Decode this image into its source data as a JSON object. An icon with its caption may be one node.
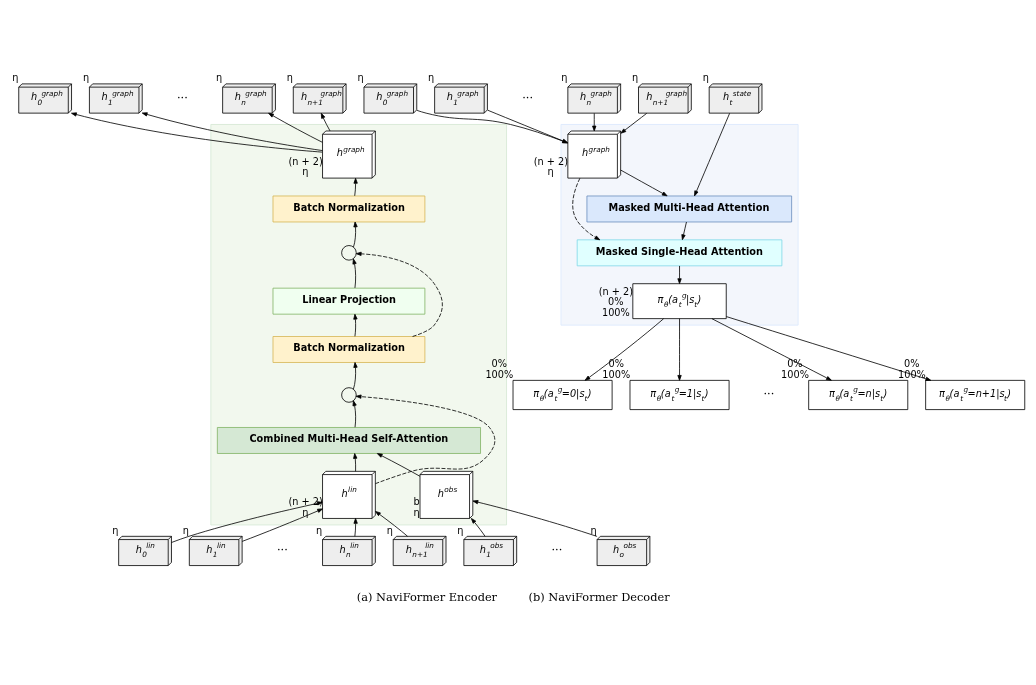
{
  "diagram": {
    "nodes": [
      {
        "text": [
          "h$_{0}$$^{graph}$"
        ],
        "beside": [
          "η"
        ]
      },
      {
        "text": [
          "h$_{1}$$^{graph}$"
        ],
        "beside": [
          "η"
        ]
      },
      {
        "text": [
          "h$_{n}$$^{graph}$"
        ],
        "beside": [
          "η"
        ]
      },
      {
        "text": [
          "h$_{n+1}$$^{graph}$"
        ],
        "beside": [
          "η"
        ]
      },
      {
        "text": [],
        "shape": "box"
      },
      {
        "text": [
          "h$^{graph}$"
        ],
        "beside": [
          "(n + 2)",
          "η"
        ],
        "in": 4
      },
      {
        "text": [
          "Batch Normalization"
        ],
        "in": 4
      },
      {
        "text": [],
        "shape": "circle",
        "in": 4
      },
      {
        "text": [
          "Linear Projection"
        ],
        "in": 4
      },
      {
        "text": [
          "Batch Normalization"
        ],
        "in": 4
      },
      {
        "text": [],
        "shape": "circle",
        "in": 4
      },
      {
        "text": [
          "Combined Multi-Head Self-Attention"
        ],
        "in": 4
      },
      {
        "text": [
          "h$^{lin}$"
        ],
        "beside": [
          "(n + 2)",
          "η"
        ],
        "in": 4
      },
      {
        "text": [
          "h$^{obs}$"
        ],
        "beside": [
          "b",
          "η"
        ],
        "in": 4
      },
      {
        "text": [
          "h$_{0}$$^{lin}$"
        ],
        "beside": [
          "η"
        ]
      },
      {
        "text": [
          "h$_{1}$$^{lin}$"
        ],
        "beside": [
          "η"
        ]
      },
      {
        "text": [
          "h$_{n}$$^{lin}$"
        ],
        "beside": [
          "η"
        ]
      },
      {
        "text": [
          "h$_{n+1}$$^{lin}$"
        ],
        "beside": [
          "η"
        ]
      },
      {
        "text": [
          "h$_{1}$$^{obs}$"
        ],
        "beside": [
          "η"
        ]
      },
      {
        "text": [
          "h$_{o}$$^{obs}$"
        ],
        "beside": [
          "η"
        ]
      },
      {
        "text": [
          "h$_{0}$$^{graph}$"
        ],
        "beside": [
          "η"
        ]
      },
      {
        "text": [
          "h$_{1}$$^{graph}$"
        ],
        "beside": [
          "η"
        ]
      },
      {
        "text": [
          "h$_{n}$$^{graph}$"
        ],
        "beside": [
          "η"
        ]
      },
      {
        "text": [
          "h$_{n+1}$$^{graph}$"
        ],
        "beside": [
          "η"
        ]
      },
      {
        "text": [
          "h$_{t}$$^{state}$"
        ],
        "beside": [
          "η"
        ]
      },
      {
        "text": [],
        "shape": "box"
      },
      {
        "text": [
          "h$^{graph}$"
        ],
        "beside": [
          "(n + 2)",
          "η"
        ],
        "in": 25
      },
      {
        "text": [
          "Masked Multi-Head Attention"
        ],
        "in": 25
      },
      {
        "text": [
          "Masked Single-Head Attention"
        ],
        "in": 25
      },
      {
        "text": [
          "π$_{θ}$(a$_{t}$$^{g}$|s$_{t}$)"
        ],
        "beside": [
          "(n + 2)",
          "0%",
          "100%"
        ],
        "in": 25
      },
      {
        "text": [
          "π$_{θ}$(a$_{t}$$^{g}$=0|s$_{t}$)"
        ],
        "beside": [
          "0%",
          "100%"
        ]
      },
      {
        "text": [
          "π$_{θ}$(a$_{t}$$^{g}$=1|s$_{t}$)"
        ],
        "beside": [
          "0%",
          "100%"
        ]
      },
      {
        "text": [
          "π$_{θ}$(a$_{t}$$^{g}$=n|s$_{t}$)"
        ],
        "beside": [
          "0%",
          "100%"
        ]
      },
      {
        "text": [
          "π$_{θ}$(a$_{t}$$^{g}$=n+1|s$_{t}$)"
        ],
        "beside": [
          "0%",
          "100%"
        ]
      }
    ],
    "edges": [
      {
        "from": 5,
        "to": 0,
        "arrow": "to"
      },
      {
        "from": 5,
        "to": 1,
        "arrow": "to"
      },
      {
        "from": 5,
        "to": 2,
        "arrow": "to"
      },
      {
        "from": 5,
        "to": 3,
        "arrow": "to"
      },
      {
        "from": 6,
        "to": 5,
        "arrow": "to"
      },
      {
        "from": 7,
        "to": 6,
        "arrow": "to"
      },
      {
        "from": 8,
        "to": 7,
        "arrow": "to"
      },
      {
        "from": 9,
        "to": 8,
        "arrow": "to"
      },
      {
        "from": 9,
        "to": 7,
        "arrow": "to",
        "style": "dashed"
      },
      {
        "from": 10,
        "to": 9,
        "arrow": "to"
      },
      {
        "from": 11,
        "to": 10,
        "arrow": "to"
      },
      {
        "from": 12,
        "to": 10,
        "arrow": "to",
        "style": "dashed"
      },
      {
        "from": 12,
        "to": 11,
        "arrow": "to"
      },
      {
        "from": 13,
        "to": 11,
        "arrow": "to"
      },
      {
        "from": 14,
        "to": 12,
        "arrow": "to"
      },
      {
        "from": 15,
        "to": 12,
        "arrow": "to"
      },
      {
        "from": 16,
        "to": 12,
        "arrow": "to"
      },
      {
        "from": 17,
        "to": 12,
        "arrow": "to"
      },
      {
        "from": 18,
        "to": 13,
        "arrow": "to"
      },
      {
        "from": 19,
        "to": 13,
        "arrow": "to"
      },
      {
        "from": 20,
        "to": 26,
        "arrow": "to"
      },
      {
        "from": 21,
        "to": 26,
        "arrow": "to"
      },
      {
        "from": 22,
        "to": 26,
        "arrow": "to"
      },
      {
        "from": 23,
        "to": 26,
        "arrow": "to"
      },
      {
        "from": 24,
        "to": 27,
        "arrow": "to"
      },
      {
        "from": 26,
        "to": 27,
        "arrow": "to"
      },
      {
        "from": 26,
        "to": 28,
        "arrow": "to",
        "style": "dashed"
      },
      {
        "from": 27,
        "to": 28,
        "arrow": "to"
      },
      {
        "from": 28,
        "to": 29,
        "arrow": "to"
      },
      {
        "from": 29,
        "to": 30,
        "arrow": "to"
      },
      {
        "from": 29,
        "to": 31,
        "arrow": "to"
      },
      {
        "from": 29,
        "to": 32,
        "arrow": "to"
      },
      {
        "from": 29,
        "to": 33,
        "arrow": "to"
      }
    ],
    "labels": [
      "···",
      "···",
      "···",
      "···",
      "···",
      "(a) NaviFormer Encoder",
      "(b) NaviFormer Decoder"
    ]
  }
}
